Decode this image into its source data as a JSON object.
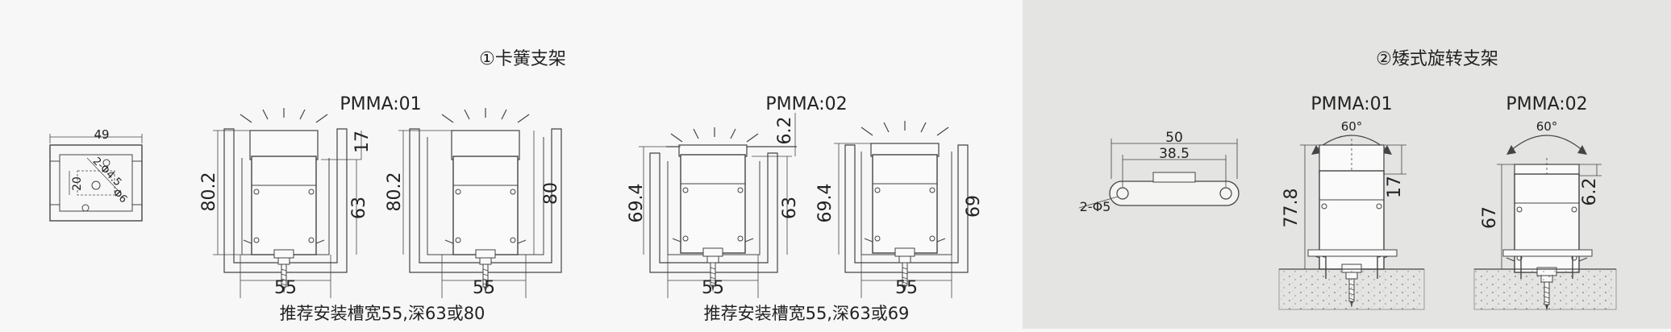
{
  "section1": {
    "title": "①卡簧支架",
    "mounting_plate": {
      "width_label": "49",
      "height_label": "20",
      "hole_label_1": "2-Φ4.5",
      "hole_label_2": "Φ6"
    },
    "variant1": {
      "model": "PMMA:01",
      "depth_a": "80.2",
      "depth_b": "63",
      "light_height": "17",
      "depth_c": "80.2",
      "depth_d": "80",
      "width_a": "55",
      "width_b": "55",
      "recommendation": "推荐安装槽宽55,深63或80"
    },
    "variant2": {
      "model": "PMMA:02",
      "depth_a": "69.4",
      "depth_b": "63",
      "light_height": "6.2",
      "depth_c": "69.4",
      "depth_d": "69",
      "width_a": "55",
      "width_b": "55",
      "recommendation": "推荐安装槽宽55,深63或69"
    }
  },
  "section2": {
    "title": "②矮式旋转支架",
    "bracket_plate": {
      "outer_width": "50",
      "hole_spacing": "38.5",
      "hole_label": "2-Φ5"
    },
    "variant1": {
      "model": "PMMA:01",
      "angle": "60°",
      "total_height": "77.8",
      "light_height": "17"
    },
    "variant2": {
      "model": "PMMA:02",
      "angle": "60°",
      "total_height": "67",
      "light_height": "6.2"
    }
  },
  "colors": {
    "left_bg": "#f7f7f7",
    "right_bg": "#e4e4e2",
    "line": "#444444",
    "text": "#222222"
  }
}
